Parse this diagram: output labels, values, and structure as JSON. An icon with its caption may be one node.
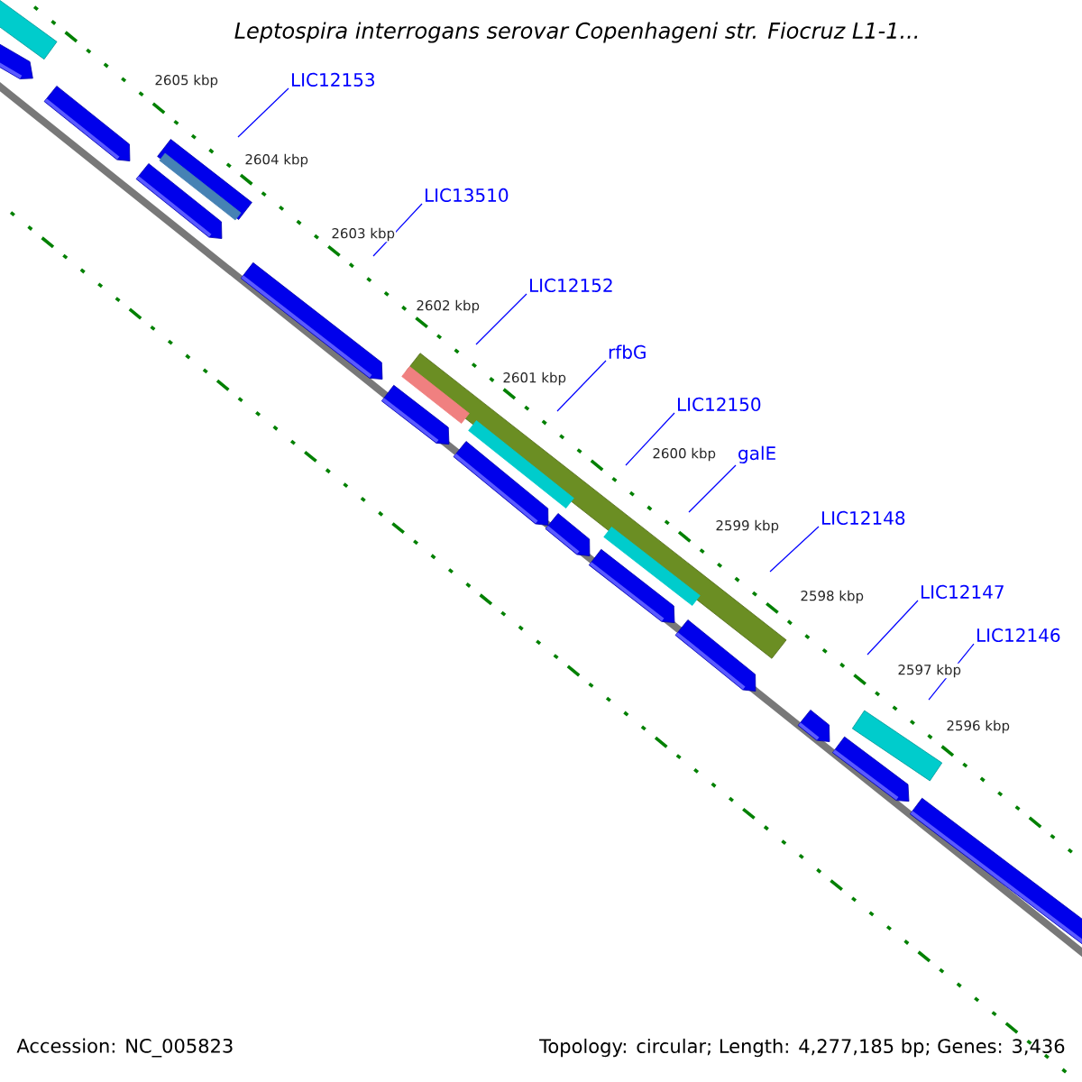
{
  "diagram": {
    "title": "Leptospira interrogans serovar Copenhageni str. Fiocruz L1-1...",
    "nodes": [
      {
        "text": [
          "LIC12153"
        ]
      },
      {
        "text": [
          "LIC13510"
        ]
      },
      {
        "text": [
          "LIC12152"
        ]
      },
      {
        "text": [
          "rfbG"
        ]
      },
      {
        "text": [
          "LIC12150"
        ]
      },
      {
        "text": [
          "galE"
        ]
      },
      {
        "text": [
          "LIC12148"
        ]
      },
      {
        "text": [
          "LIC12147"
        ]
      },
      {
        "text": [
          "LIC12146"
        ]
      }
    ],
    "edges": [
      {
        "from": 0,
        "to": null,
        "arrow": "none"
      },
      {
        "from": 1,
        "to": null,
        "arrow": "none"
      },
      {
        "from": 2,
        "to": null,
        "arrow": "none"
      },
      {
        "from": 3,
        "to": null,
        "arrow": "none"
      },
      {
        "from": 4,
        "to": null,
        "arrow": "none"
      },
      {
        "from": 5,
        "to": null,
        "arrow": "none"
      },
      {
        "from": 6,
        "to": null,
        "arrow": "none"
      },
      {
        "from": 7,
        "to": null,
        "arrow": "none"
      },
      {
        "from": 8,
        "to": null,
        "arrow": "none"
      }
    ],
    "labels": [
      "2605 kbp",
      "2604 kbp",
      "2603 kbp",
      "2602 kbp",
      "2601 kbp",
      "2600 kbp",
      "2599 kbp",
      "2598 kbp",
      "2597 kbp",
      "2596 kbp",
      "Accession: NC_005823",
      "Topology: circular; Length: 4,277,185 bp; Genes: 3,436"
    ]
  }
}
